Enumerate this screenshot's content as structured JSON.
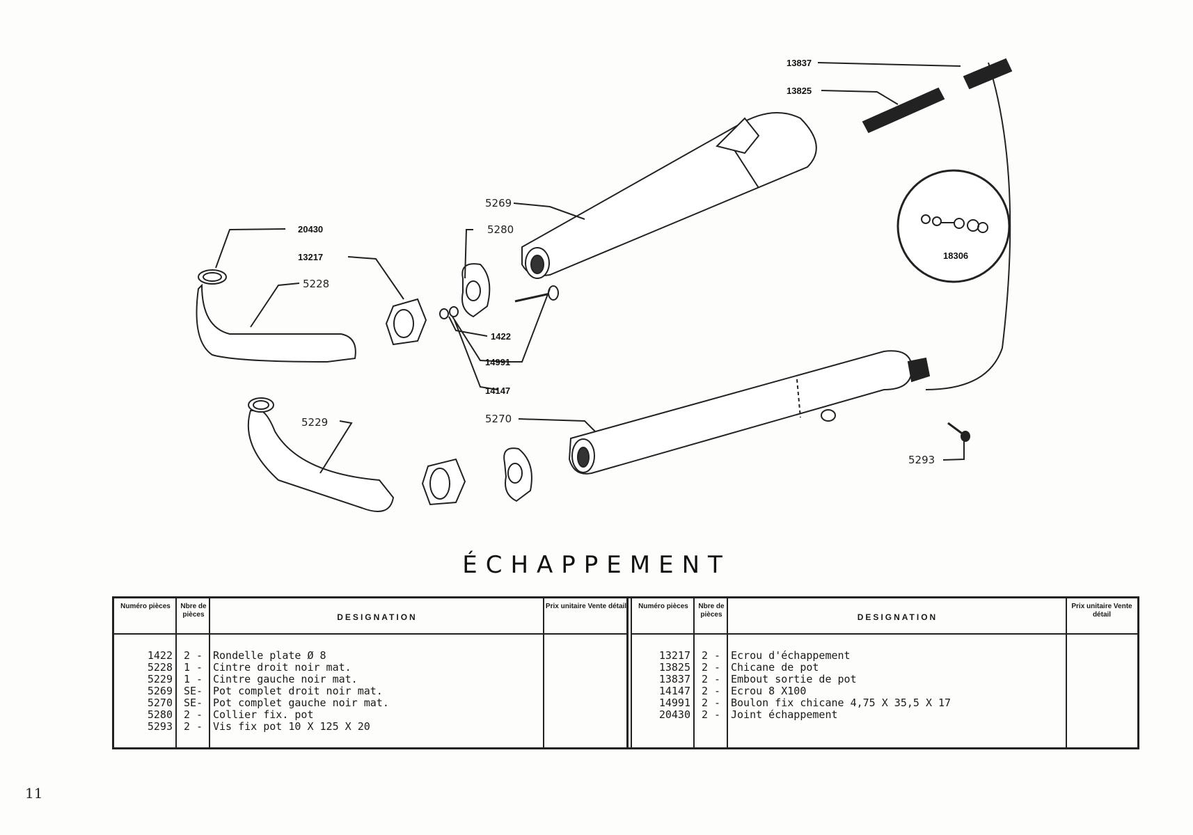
{
  "diagram": {
    "labels": {
      "p13837": "13837",
      "p13825": "13825",
      "p5269": "5269",
      "p5280": "5280",
      "p20430": "20430",
      "p13217": "13217",
      "p5228": "5228",
      "p1422": "1422",
      "p14991": "14991",
      "p14147": "14147",
      "p18306": "18306",
      "p5229": "5229",
      "p5270": "5270",
      "p5293": "5293"
    }
  },
  "title": "ÉCHAPPEMENT",
  "table": {
    "headers": {
      "num": "Numéro pièces",
      "qty": "Nbre de pièces",
      "designation": "DESIGNATION",
      "price": "Prix unitaire Vente détail"
    },
    "left_rows": [
      {
        "num": "1422",
        "qty": "2 -",
        "des": "Rondelle plate Ø 8"
      },
      {
        "num": "5228",
        "qty": "1 -",
        "des": "Cintre droit noir mat."
      },
      {
        "num": "5229",
        "qty": "1 -",
        "des": "Cintre gauche noir mat."
      },
      {
        "num": "5269",
        "qty": "SE-",
        "des": "Pot complet droit noir mat."
      },
      {
        "num": "5270",
        "qty": "SE-",
        "des": "Pot complet gauche noir mat."
      },
      {
        "num": "5280",
        "qty": "2 -",
        "des": "Collier fix. pot"
      },
      {
        "num": "5293",
        "qty": "2 -",
        "des": "Vis fix pot 10 X 125 X 20"
      }
    ],
    "right_rows": [
      {
        "num": "13217",
        "qty": "2 -",
        "des": "Ecrou d'échappement"
      },
      {
        "num": "13825",
        "qty": "2 -",
        "des": "Chicane de pot"
      },
      {
        "num": "13837",
        "qty": "2 -",
        "des": "Embout sortie de pot"
      },
      {
        "num": "14147",
        "qty": "2 -",
        "des": "Ecrou 8 X100"
      },
      {
        "num": "14991",
        "qty": "2 -",
        "des": "Boulon fix chicane 4,75 X 35,5 X 17"
      },
      {
        "num": "20430",
        "qty": "2 -",
        "des": "Joint échappement"
      }
    ]
  },
  "page_number": "11"
}
